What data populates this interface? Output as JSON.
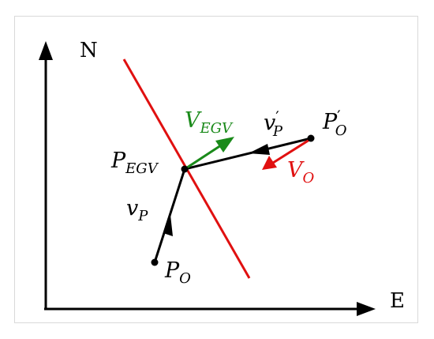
{
  "axes": {
    "north_label": "N",
    "east_label": "E"
  },
  "labels": {
    "v_egv": {
      "main": "V",
      "sub": "EGV"
    },
    "v_p_prime": {
      "main": "v",
      "prime": "′",
      "sub": "P"
    },
    "p_o_prime": {
      "main": "P",
      "prime": "′",
      "sub": "O"
    },
    "p_egv": {
      "main": "P",
      "sub": "EGV"
    },
    "v_o": {
      "main": "V",
      "sub": "O"
    },
    "v_p": {
      "main": "v",
      "sub": "P"
    },
    "p_o": {
      "main": "P",
      "sub": "O"
    }
  },
  "colors": {
    "axis": "#000000",
    "boundary_line": "#e01010",
    "v_egv_arrow": "#1a8a1a",
    "v_o_arrow": "#e01010",
    "path": "#000000"
  }
}
